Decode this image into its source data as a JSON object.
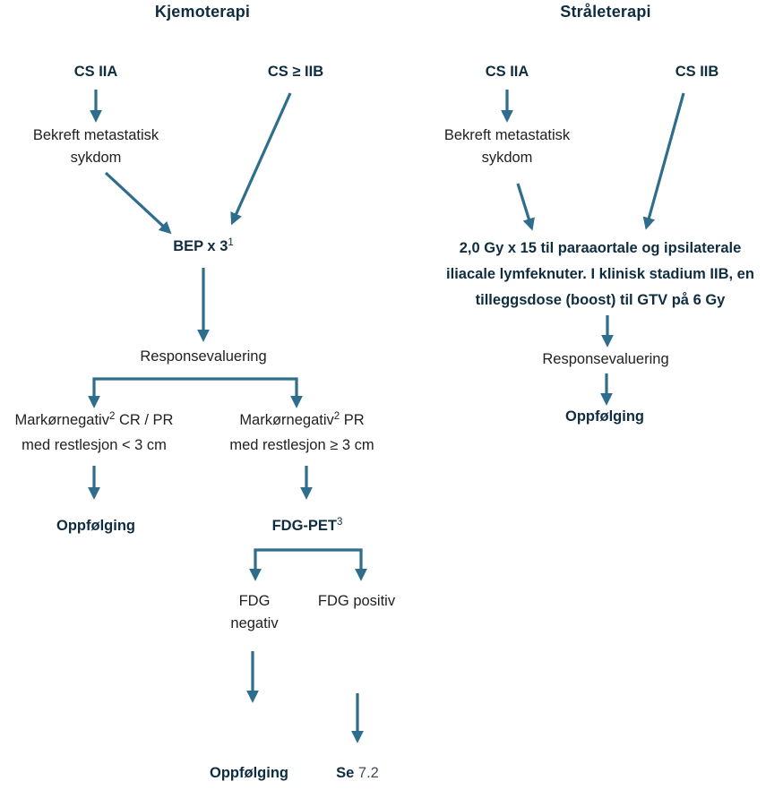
{
  "colors": {
    "arrow": "#2E6D8C",
    "heading_text": "#0F2D40",
    "body_text": "#212121",
    "reference_text": "#3E4D5C"
  },
  "kjemoterapi": {
    "title": "Kjemoterapi",
    "cs_iia": "CS IIA",
    "cs_gte_iib": "CS ≥ IIB",
    "bekreft_line1": "Bekreft metastatisk",
    "bekreft_line2": "sykdom",
    "bep_label": "BEP x 3",
    "bep_sup": "1",
    "respons": "Responsevaluering",
    "branch_left": {
      "pre": "Markørnegativ",
      "sup": "2",
      "post": " CR / PR",
      "line2": "med restlesjon < 3 cm"
    },
    "branch_right": {
      "pre": "Markørnegativ",
      "sup": "2",
      "post": " PR",
      "line2": "med restlesjon ≥ 3 cm"
    },
    "oppfolging_left": "Oppfølging",
    "fdgpet_label": "FDG-PET",
    "fdgpet_sup": "3",
    "fdg_negativ_line1": "FDG",
    "fdg_negativ_line2": "negativ",
    "fdg_positiv": "FDG positiv",
    "oppfolging_bottom": "Oppfølging",
    "se_label": "Se",
    "se_ref": "7.2"
  },
  "straleterapi": {
    "title": "Stråleterapi",
    "cs_iia": "CS IIA",
    "cs_iib": "CS IIB",
    "bekreft_line1": "Bekreft metastatisk",
    "bekreft_line2": "sykdom",
    "dose_line1": "2,0 Gy x 15 til paraaortale og ipsilaterale",
    "dose_line2": "iliacale lymfeknuter. I klinisk stadium IIB, en",
    "dose_line3": "tilleggsdose (boost) til GTV på 6 Gy",
    "respons": "Responsevaluering",
    "oppfolging": "Oppfølging"
  }
}
